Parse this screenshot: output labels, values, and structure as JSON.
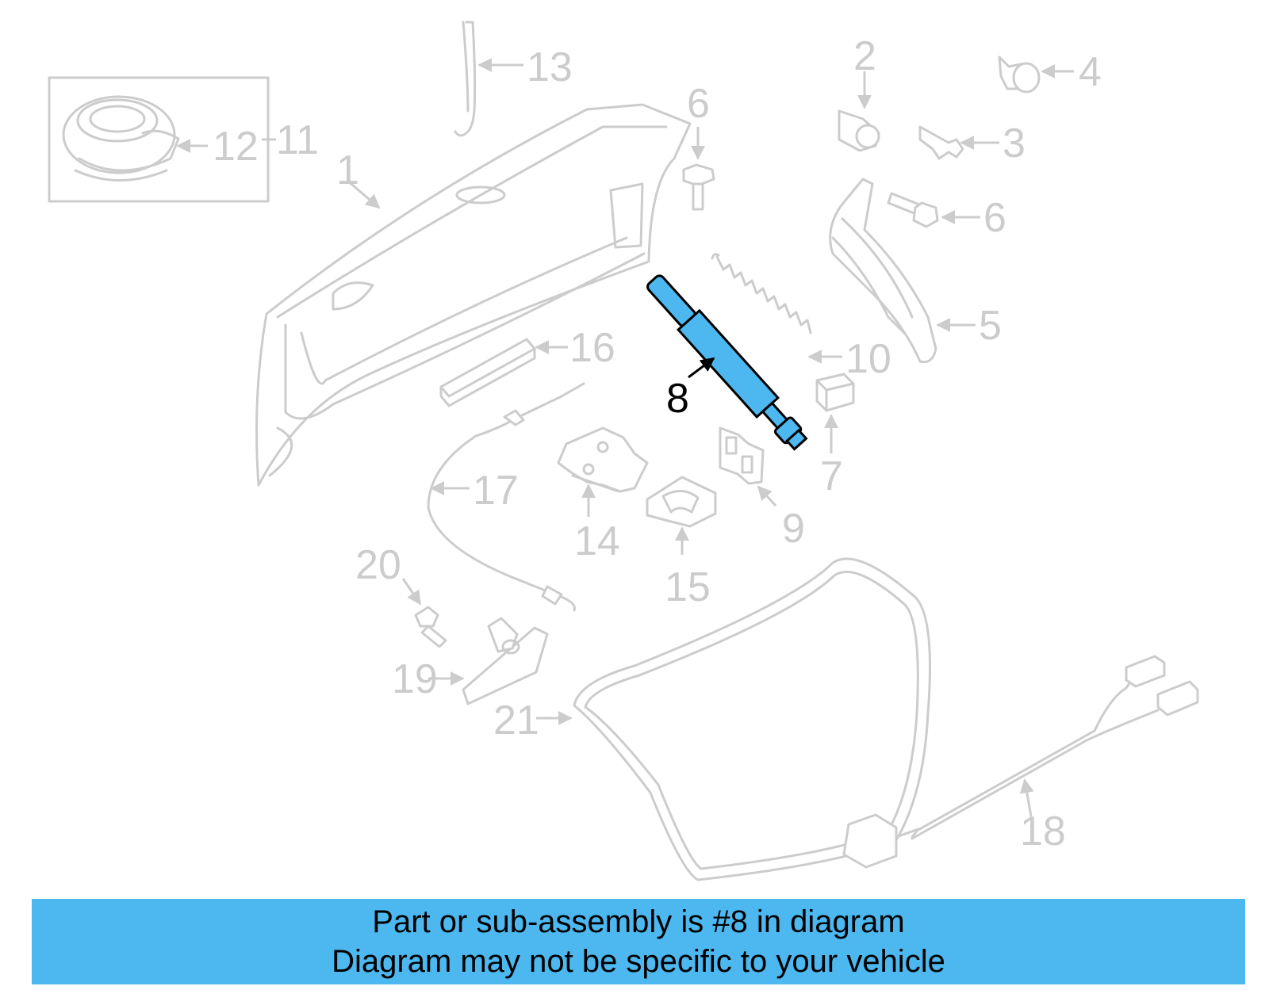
{
  "diagram": {
    "highlight_color": "#4db8f0",
    "part_line_color": "#cccccc",
    "callouts": {
      "c1": "1",
      "c2": "2",
      "c3": "3",
      "c4": "4",
      "c5": "5",
      "c6a": "6",
      "c6b": "6",
      "c7": "7",
      "c8": "8",
      "c9": "9",
      "c10": "10",
      "c11": "11",
      "c12": "12",
      "c13": "13",
      "c14": "14",
      "c15": "15",
      "c16": "16",
      "c17": "17",
      "c18": "18",
      "c19": "19",
      "c20": "20",
      "c21": "21"
    }
  },
  "banner": {
    "line1": "Part or sub-assembly is #8 in diagram",
    "line2": "Diagram may not be specific to your vehicle",
    "background": "#4db8f0"
  }
}
